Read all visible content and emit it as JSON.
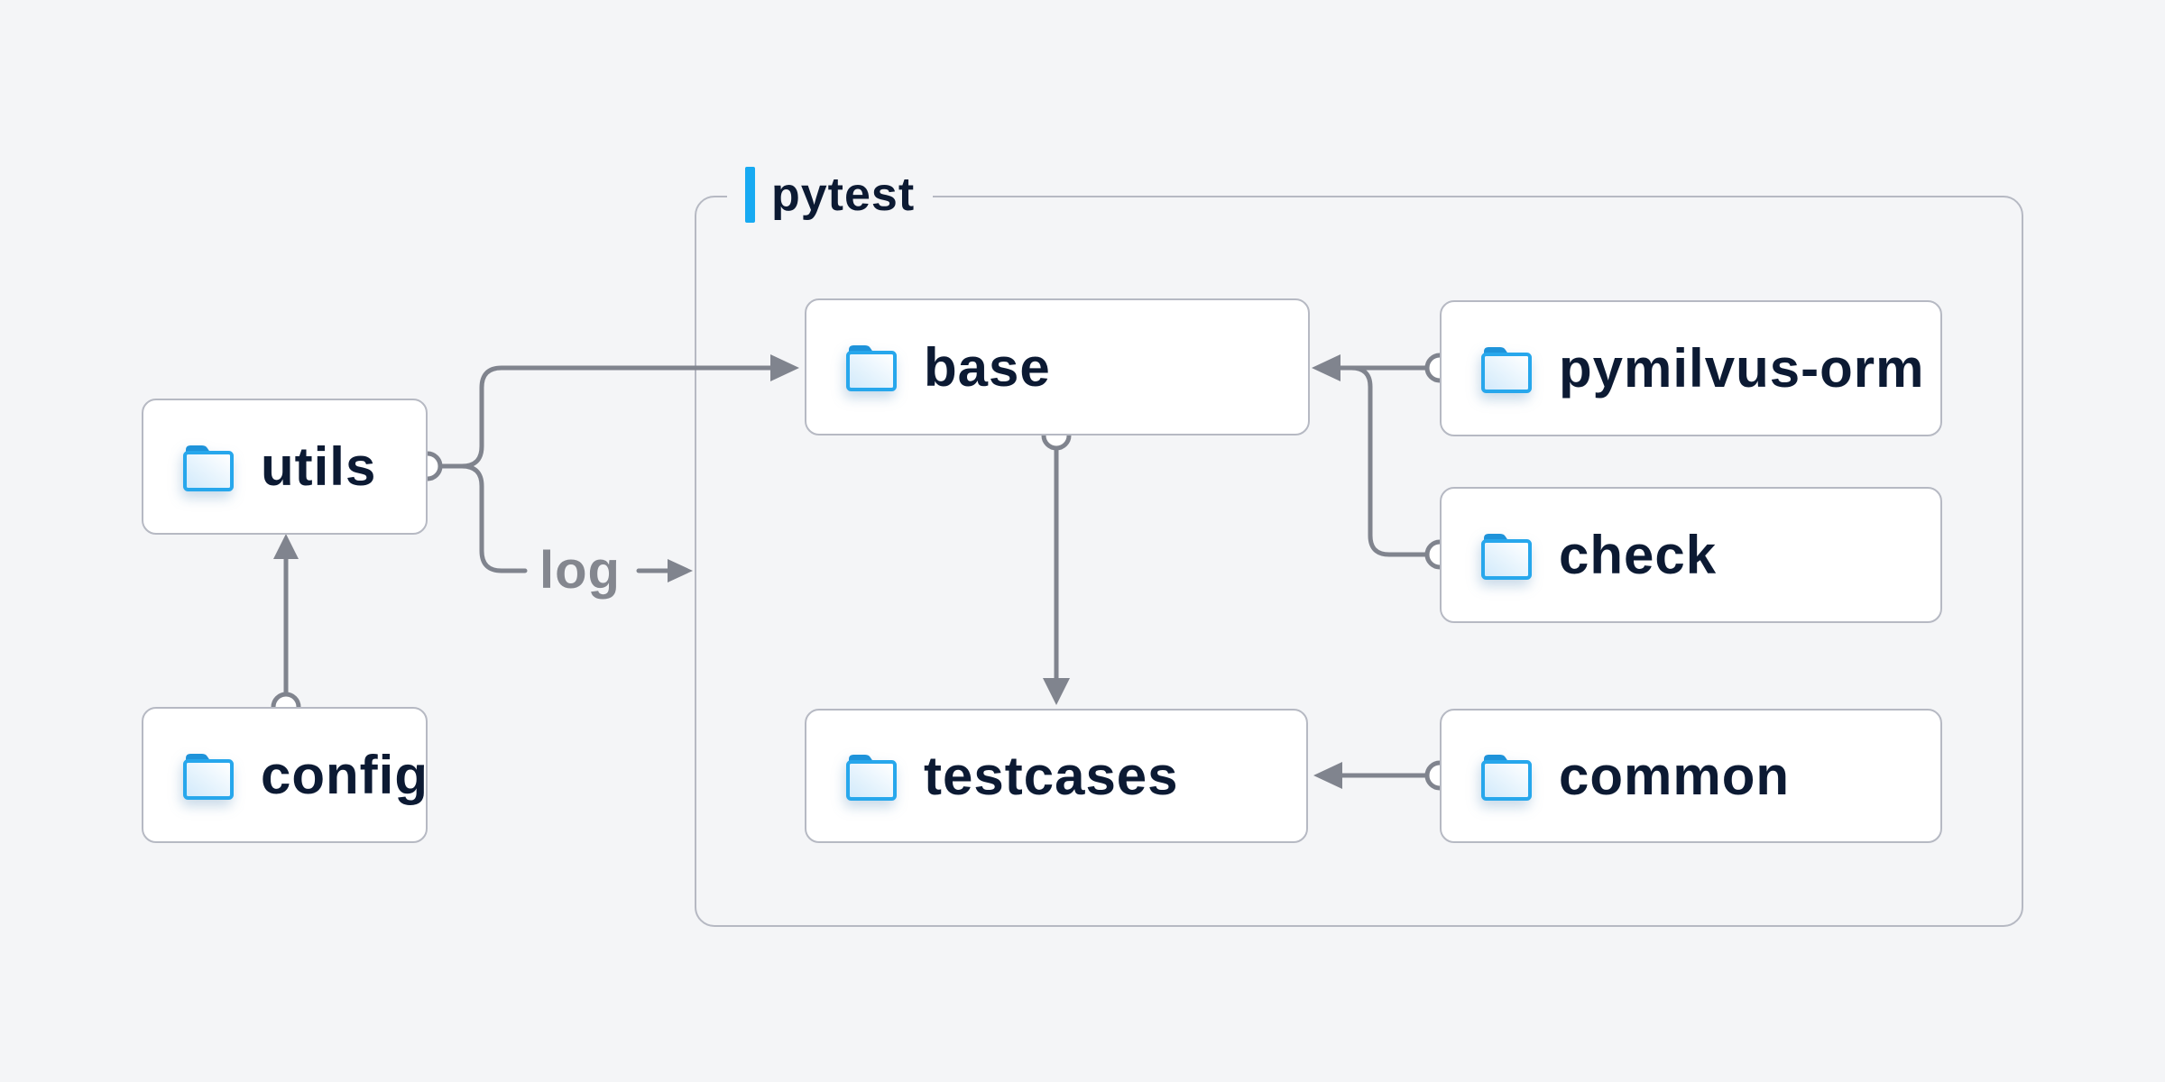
{
  "diagram": {
    "title_hint": "pytest test framework folder dependency diagram",
    "container": {
      "label": "pytest"
    },
    "nodes": {
      "utils": {
        "label": "utils"
      },
      "config": {
        "label": "config"
      },
      "base": {
        "label": "base"
      },
      "pymilvus_orm": {
        "label": "pymilvus-orm"
      },
      "check": {
        "label": "check"
      },
      "testcases": {
        "label": "testcases"
      },
      "common": {
        "label": "common"
      }
    },
    "edges": {
      "log_label": "log",
      "connections": [
        {
          "from": "config",
          "to": "utils",
          "style": "arrow"
        },
        {
          "from": "utils",
          "to": "base",
          "style": "arrow"
        },
        {
          "from": "utils",
          "to": "pytest-group",
          "style": "arrow",
          "label": "log"
        },
        {
          "from": "base",
          "to": "testcases",
          "style": "arrow"
        },
        {
          "from": "pymilvus_orm",
          "to": "base",
          "style": "arrow"
        },
        {
          "from": "check",
          "to": "base",
          "style": "arrow-merged"
        },
        {
          "from": "common",
          "to": "testcases",
          "style": "arrow"
        }
      ]
    },
    "colors": {
      "background": "#f4f5f7",
      "box_fill": "#ffffff",
      "box_border": "#b6b9c3",
      "connector": "#80848e",
      "text": "#0c1a33",
      "muted_text": "#84878f",
      "accent": "#17aaf2",
      "folder_border": "#27a7ec",
      "folder_tab": "#1e93da",
      "folder_fill": "#d2eafb"
    }
  }
}
